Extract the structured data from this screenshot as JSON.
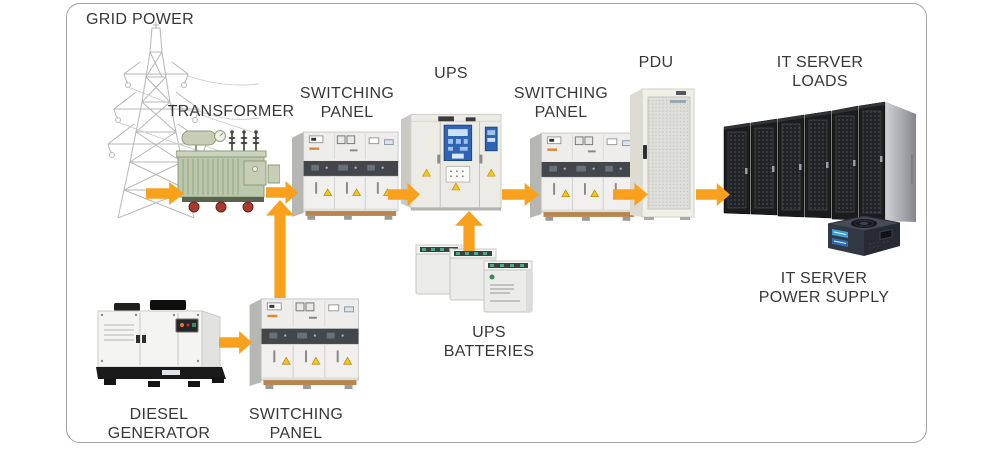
{
  "diagram": {
    "type": "data-center-power-flow",
    "arrow_color": "#F9A11C",
    "border_color": "#A3A3A3",
    "text_color": "#383838",
    "nodes": {
      "grid_power": {
        "label": "GRID POWER",
        "image": "transmission-tower"
      },
      "transformer": {
        "label": "TRANSFORMER",
        "image": "power-transformer"
      },
      "switching_panel_top": {
        "line1": "SWITCHING",
        "line2": "PANEL",
        "image": "switchgear-cabinet"
      },
      "ups": {
        "label": "UPS",
        "image": "ups-cabinet"
      },
      "switching_panel_right": {
        "line1": "SWITCHING",
        "line2": "PANEL",
        "image": "switchgear-cabinet"
      },
      "pdu": {
        "label": "PDU",
        "image": "pdu-rack-cabinet"
      },
      "it_server_loads": {
        "line1": "IT SERVER",
        "line2": "LOADS",
        "image": "server-rack-row"
      },
      "ups_batteries": {
        "line1": "UPS",
        "line2": "BATTERIES",
        "image": "battery-bank"
      },
      "it_server_power_supply": {
        "line1": "IT SERVER",
        "line2": "POWER SUPPLY",
        "image": "power-supply-unit"
      },
      "diesel_generator": {
        "line1": "DIESEL",
        "line2": "GENERATOR",
        "image": "diesel-generator-set"
      },
      "switching_panel_bottom": {
        "line1": "SWITCHING",
        "line2": "PANEL",
        "image": "switchgear-cabinet"
      }
    },
    "connections": [
      {
        "from": "grid_power",
        "to": "transformer"
      },
      {
        "from": "transformer",
        "to": "switching_panel_top"
      },
      {
        "from": "switching_panel_top",
        "to": "ups"
      },
      {
        "from": "ups_batteries",
        "to": "ups"
      },
      {
        "from": "ups",
        "to": "switching_panel_right"
      },
      {
        "from": "switching_panel_right",
        "to": "pdu"
      },
      {
        "from": "pdu",
        "to": "it_server_loads"
      },
      {
        "from": "diesel_generator",
        "to": "switching_panel_bottom"
      },
      {
        "from": "switching_panel_bottom",
        "to": "transformer_output_feed"
      }
    ]
  }
}
